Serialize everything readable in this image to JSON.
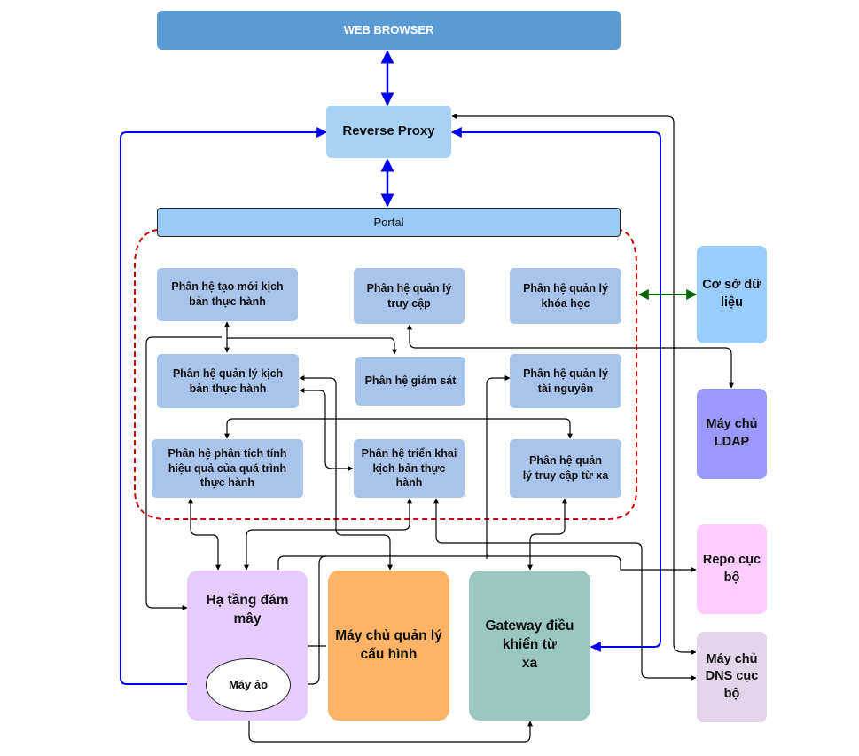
{
  "browser": {
    "label": "WEB BROWSER",
    "color": "#5b9bd5"
  },
  "proxy": {
    "label": "Reverse Proxy",
    "color": "#a7d2f5"
  },
  "portal": {
    "label": "Portal",
    "color": "#99c9f5"
  },
  "modules": [
    {
      "label": "Phân hệ tạo mới kịch\nbản thực hành"
    },
    {
      "label": "Phân hệ quản lý\ntruy cập"
    },
    {
      "label": "Phân hệ quản lý\nkhóa học"
    },
    {
      "label": "Phân hệ quản lý kịch\nbản thực hành"
    },
    {
      "label": "Phân hệ giám sát"
    },
    {
      "label": "Phân hệ quản lý\ntài nguyên"
    },
    {
      "label": "Phân hệ phân tích tính\nhiệu quả của quá trình\nthực hành"
    },
    {
      "label": "Phân hệ triển khai\nkịch bản thực\nhành"
    },
    {
      "label": "Phân hệ quản\nlý truy cập từ xa"
    }
  ],
  "cloud": {
    "label": "Hạ tầng đám\nmây",
    "color": "#e5ccff"
  },
  "vm": {
    "label": "Máy ảo"
  },
  "config_server": {
    "label": "Máy chủ quản lý\ncấu hình",
    "color": "#ffb366"
  },
  "gateway": {
    "label": "Gateway điều\nkhiển từ\nxa",
    "color": "#9ac7bf"
  },
  "database": {
    "label": "Cơ sở dữ\nliệu",
    "color": "#99ccff"
  },
  "ldap": {
    "label": "Máy chủ\nLDAP",
    "color": "#9999ff"
  },
  "repo": {
    "label": "Repo cục\nbộ",
    "color": "#ffccff"
  },
  "dns": {
    "label": "Máy chủ\nDNS cục\nbộ",
    "color": "#e1d5e7"
  },
  "colors": {
    "module": "#a9c4eb",
    "boundary": "#cc0000",
    "link_primary": "#0000ee",
    "link_db": "#006600",
    "link": "#000000"
  }
}
